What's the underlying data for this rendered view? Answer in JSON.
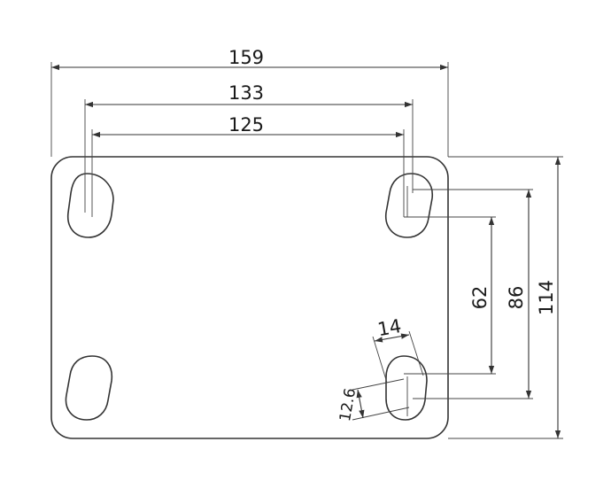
{
  "dimensions": {
    "overall_width": "159",
    "outer_slot_spacing": "133",
    "inner_slot_spacing": "125",
    "overall_height": "114",
    "outer_vertical_spacing": "86",
    "inner_vertical_spacing": "62",
    "slot_width": "14",
    "slot_offset": "12.6"
  },
  "colors": {
    "line": "#333333",
    "background": "#ffffff"
  }
}
